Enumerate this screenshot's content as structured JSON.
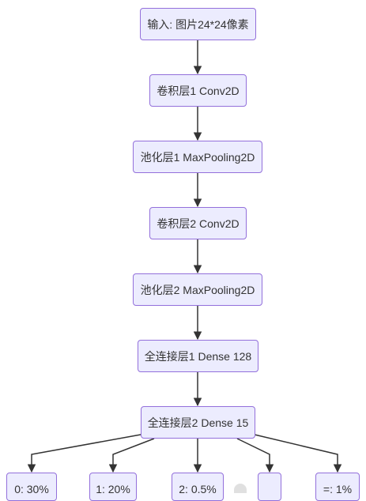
{
  "nodes": {
    "input": "输入: 图片24*24像素",
    "conv1": "卷积层1 Conv2D",
    "pool1": "池化层1 MaxPooling2D",
    "conv2": "卷积层2 Conv2D",
    "pool2": "池化层2 MaxPooling2D",
    "dense1": "全连接层1 Dense 128",
    "dense2": "全连接层2 Dense 15",
    "out0": "0: 30%",
    "out1": "1: 20%",
    "out2": "2: 0.5%",
    "out3": "",
    "out4": "=: 1%"
  },
  "colors": {
    "node_fill": "#ececfe",
    "node_border": "#9370db",
    "edge": "#333333",
    "text": "#333333"
  }
}
